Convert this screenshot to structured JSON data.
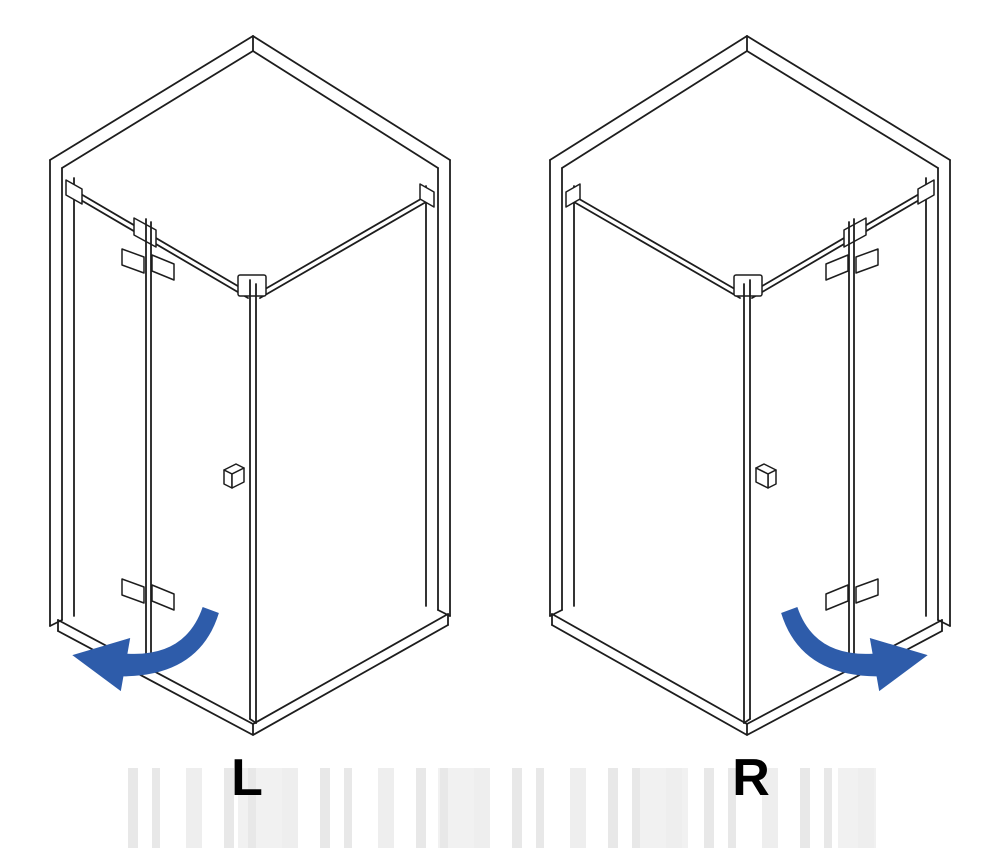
{
  "figures": [
    {
      "position": "left",
      "label": "L",
      "door_swing": "left"
    },
    {
      "position": "right",
      "label": "R",
      "door_swing": "right"
    }
  ],
  "colors": {
    "line": "#1d1d1d",
    "arrow": "#2e5caa",
    "watermark": "#e3e3e3"
  }
}
